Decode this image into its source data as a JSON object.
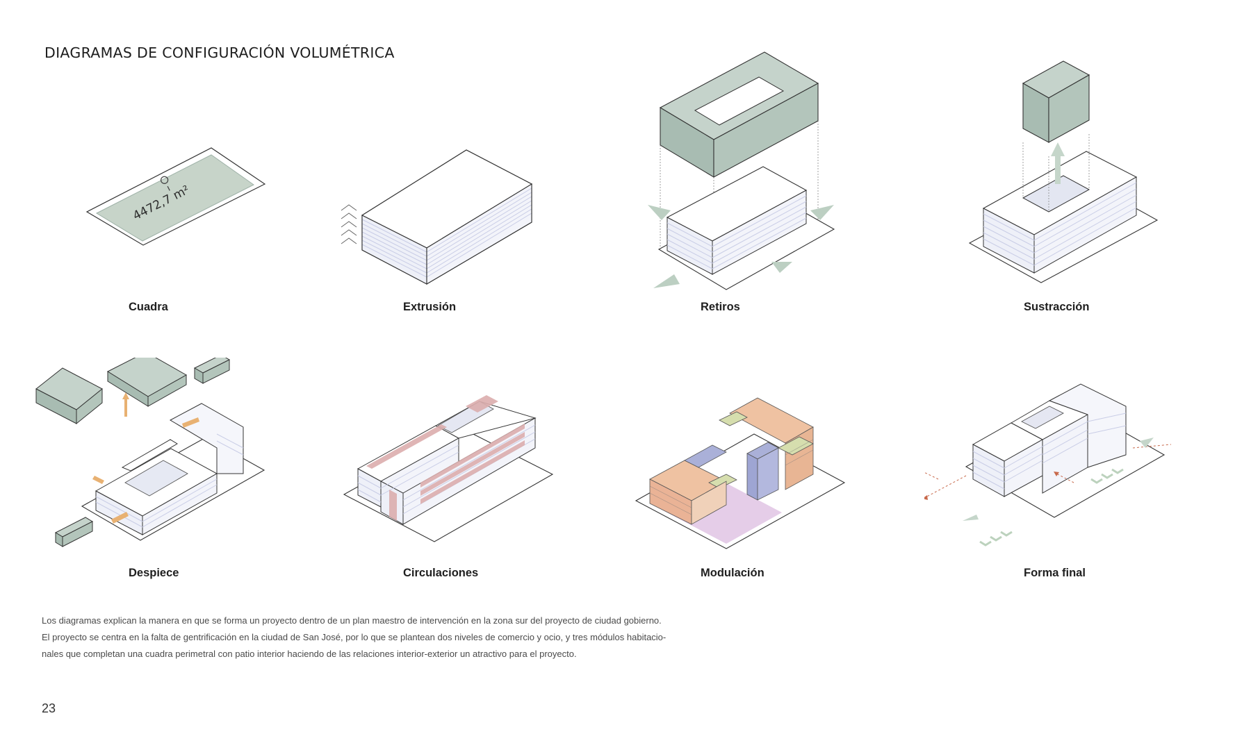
{
  "page": {
    "title": "DIAGRAMAS DE CONFIGURACIÓN VOLUMÉTRICA",
    "page_number": "23"
  },
  "diagrams": [
    {
      "label": "Cuadra",
      "area_text": "4472,7 m²"
    },
    {
      "label": "Extrusión"
    },
    {
      "label": "Retiros"
    },
    {
      "label": "Sustracción"
    },
    {
      "label": "Despiece"
    },
    {
      "label": "Circulaciones"
    },
    {
      "label": "Modulación"
    },
    {
      "label": "Forma final"
    }
  ],
  "description": [
    "Los diagramas explican la manera en que se forma un proyecto dentro de un plan maestro de intervención en la zona sur del proyecto de ciudad gobierno.",
    "El proyecto se centra en la falta de gentrificación en la ciudad de San José, por lo que se plantean dos niveles de comercio y ocio, y tres módulos habitacio-",
    "nales que completan una cuadra perimetral con patio interior haciendo de las relaciones interior-exterior un atractivo para el proyecto."
  ],
  "colors": {
    "sage": "#b6c7bd",
    "sage_dark": "#9fb2a8",
    "block_white": "#ffffff",
    "line_blue": "#c9cde6",
    "circulation_red": "#d9a6a6",
    "orange_arrow": "#e8b172",
    "mod_peach": "#efc2a2",
    "mod_lilac": "#aab0d8",
    "mod_olive": "#d6deae",
    "mod_pink": "#dfc0e2",
    "dashed_arrow": "#c8694b",
    "green_chevron": "#bcd2bd"
  }
}
